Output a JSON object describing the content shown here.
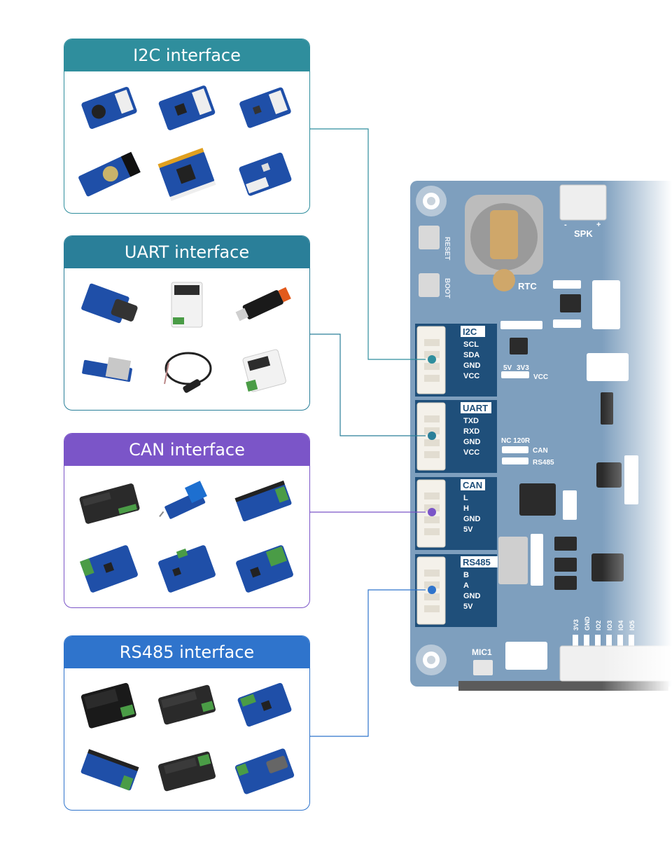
{
  "interfaces": [
    {
      "id": "i2c",
      "title": "I2C interface",
      "color": "#2f8e9d"
    },
    {
      "id": "uart",
      "title": "UART interface",
      "color": "#2a7f99"
    },
    {
      "id": "can",
      "title": "CAN interface",
      "color": "#7b55c8"
    },
    {
      "id": "rs485",
      "title": "RS485 interface",
      "color": "#2f74cc"
    }
  ],
  "board": {
    "color": "#7e9fbe",
    "header_color": "#1f4f7a",
    "top_labels": {
      "reset": "RESET",
      "boot": "BOOT",
      "rtc": "RTC",
      "spk": "SPK",
      "spk_minus": "-",
      "spk_plus": "+",
      "mic": "MIC1"
    },
    "ports": [
      {
        "name": "I2C",
        "pins": [
          "SCL",
          "SDA",
          "GND",
          "VCC"
        ]
      },
      {
        "name": "UART",
        "pins": [
          "TXD",
          "RXD",
          "GND",
          "VCC"
        ]
      },
      {
        "name": "CAN",
        "pins": [
          "L",
          "H",
          "GND",
          "5V"
        ]
      },
      {
        "name": "RS485",
        "pins": [
          "B",
          "A",
          "GND",
          "5V"
        ]
      }
    ],
    "jumpers": {
      "v5": "5V",
      "v33": "3V3",
      "vcc": "VCC",
      "nc120r": "NC 120R",
      "can": "CAN",
      "rs485": "RS485"
    },
    "bottom_pins": [
      "3V3",
      "GND",
      "IO2",
      "IO3",
      "IO4",
      "IO5"
    ]
  }
}
